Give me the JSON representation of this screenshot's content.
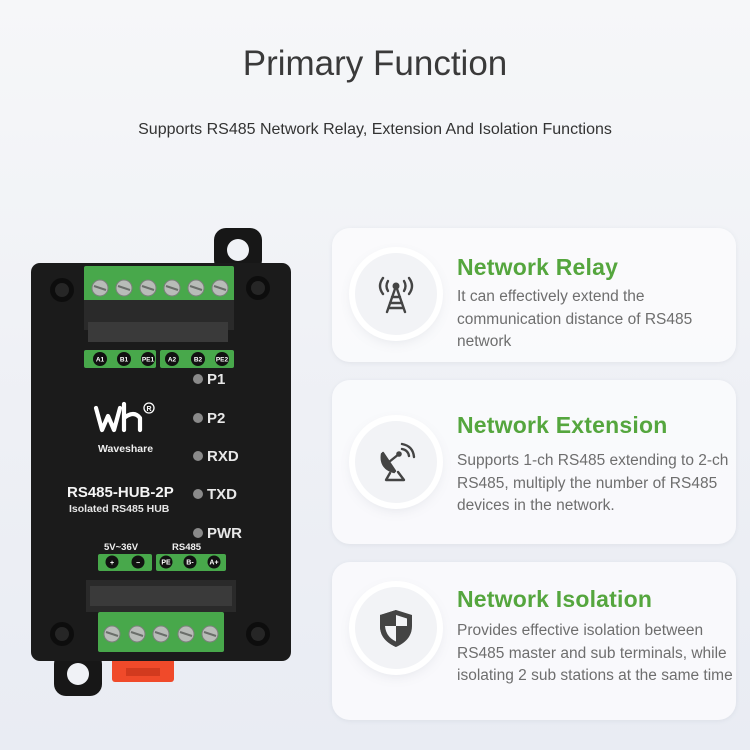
{
  "header": {
    "title": "Primary Function",
    "subtitle": "Supports RS485 Network Relay, Extension And Isolation Functions"
  },
  "device": {
    "brand": "Waveshare",
    "model": "RS485-HUB-2P",
    "description": "Isolated RS485 HUB",
    "top_terminals": [
      "A1",
      "B1",
      "PE1",
      "A2",
      "B2",
      "PE2"
    ],
    "leds": [
      "P1",
      "P2",
      "RXD",
      "TXD",
      "PWR"
    ],
    "power_label": "5V~36V",
    "rs485_label": "RS485",
    "bottom_terminals": [
      "+",
      "−",
      "PE",
      "B-",
      "A+"
    ]
  },
  "features": [
    {
      "title": "Network Relay",
      "description": "It can effectively extend the communication distance of RS485 network",
      "icon": "antenna-tower-icon"
    },
    {
      "title": "Network Extension",
      "description": "Supports 1-ch RS485 extending to 2-ch RS485, multiply the number of RS485 devices in the network.",
      "icon": "satellite-dish-icon"
    },
    {
      "title": "Network Isolation",
      "description": "Provides effective isolation between RS485 master and sub terminals, while isolating 2 sub stations at the same time",
      "icon": "shield-icon"
    }
  ],
  "colors": {
    "accent": "#55a63e",
    "terminal_green": "#4caf50",
    "device_body": "#1b1b1b"
  }
}
